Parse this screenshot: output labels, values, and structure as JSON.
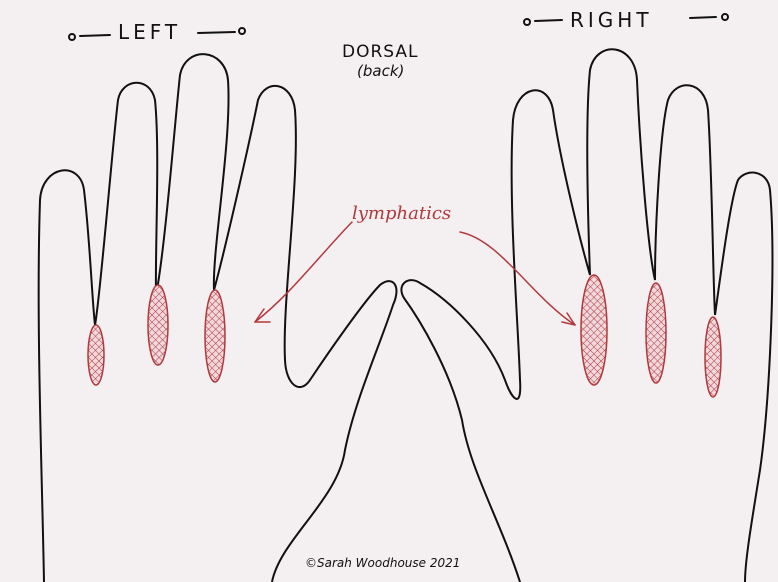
{
  "labels": {
    "left": "LEFT",
    "right": "RIGHT",
    "view": "DORSAL",
    "view_sub": "(back)",
    "annotation": "lymphatics",
    "copyright": "©Sarah Woodhouse 2021"
  },
  "colors": {
    "background": "#f4eff1",
    "outline": "#111111",
    "lymphatic": "#b0393c"
  }
}
